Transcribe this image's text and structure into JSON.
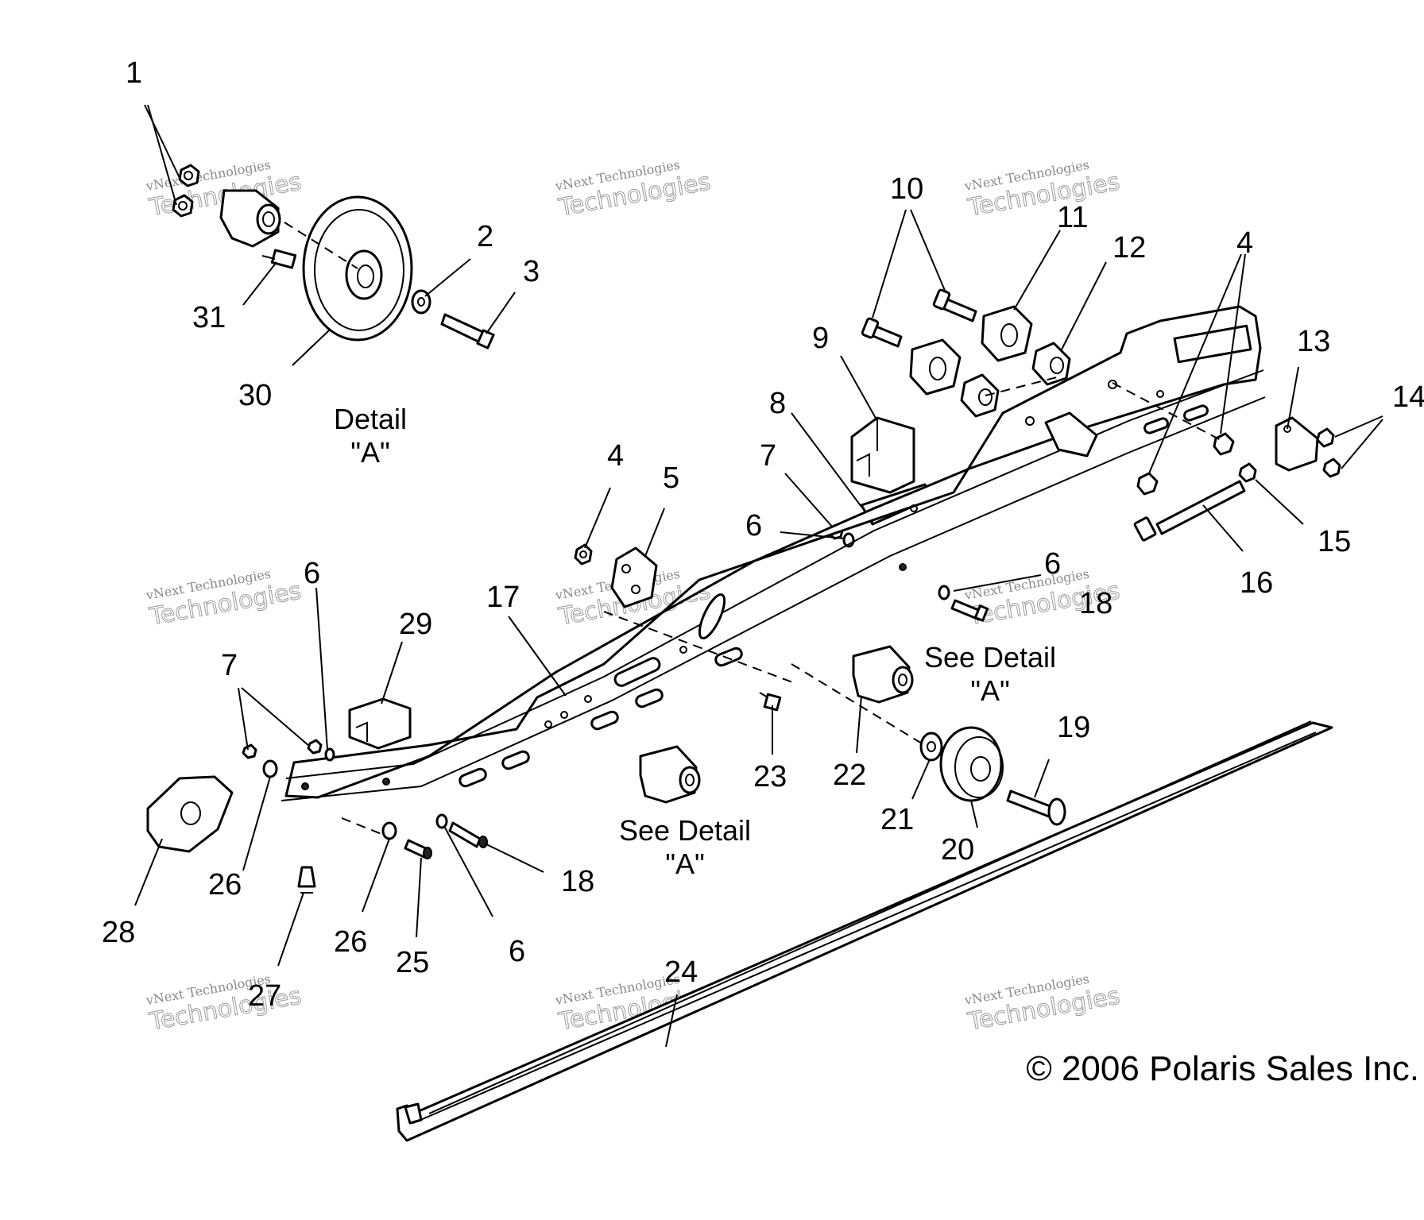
{
  "callouts": [
    {
      "id": "c1",
      "text": "1"
    },
    {
      "id": "c2",
      "text": "2"
    },
    {
      "id": "c3",
      "text": "3"
    },
    {
      "id": "c4a",
      "text": "4"
    },
    {
      "id": "c4b",
      "text": "4"
    },
    {
      "id": "c5",
      "text": "5"
    },
    {
      "id": "c6a",
      "text": "6"
    },
    {
      "id": "c6b",
      "text": "6"
    },
    {
      "id": "c6c",
      "text": "6"
    },
    {
      "id": "c6d",
      "text": "6"
    },
    {
      "id": "c7a",
      "text": "7"
    },
    {
      "id": "c7b",
      "text": "7"
    },
    {
      "id": "c8",
      "text": "8"
    },
    {
      "id": "c9",
      "text": "9"
    },
    {
      "id": "c10",
      "text": "10"
    },
    {
      "id": "c11",
      "text": "11"
    },
    {
      "id": "c12",
      "text": "12"
    },
    {
      "id": "c13",
      "text": "13"
    },
    {
      "id": "c14",
      "text": "14"
    },
    {
      "id": "c15",
      "text": "15"
    },
    {
      "id": "c16",
      "text": "16"
    },
    {
      "id": "c17",
      "text": "17"
    },
    {
      "id": "c18a",
      "text": "18"
    },
    {
      "id": "c18b",
      "text": "18"
    },
    {
      "id": "c19",
      "text": "19"
    },
    {
      "id": "c20",
      "text": "20"
    },
    {
      "id": "c21",
      "text": "21"
    },
    {
      "id": "c22",
      "text": "22"
    },
    {
      "id": "c23",
      "text": "23"
    },
    {
      "id": "c24",
      "text": "24"
    },
    {
      "id": "c25",
      "text": "25"
    },
    {
      "id": "c26a",
      "text": "26"
    },
    {
      "id": "c26b",
      "text": "26"
    },
    {
      "id": "c27",
      "text": "27"
    },
    {
      "id": "c28",
      "text": "28"
    },
    {
      "id": "c29",
      "text": "29"
    },
    {
      "id": "c30",
      "text": "30"
    },
    {
      "id": "c31",
      "text": "31"
    }
  ],
  "detail_title": {
    "line1": "Detail",
    "line2": "\"A\""
  },
  "see_detail_right": {
    "line1": "See Detail",
    "line2": "\"A\""
  },
  "see_detail_bottom": {
    "line1": "See Detail",
    "line2": "\"A\""
  },
  "copyright": "© 2006 Polaris Sales Inc.",
  "watermark": {
    "line1": "vNext Technologies",
    "line2": "Technologies"
  }
}
